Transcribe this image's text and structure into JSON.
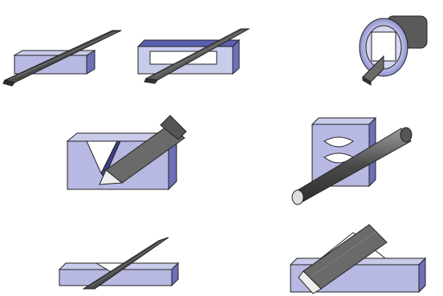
{
  "figure": {
    "kind": "guide-joint-illustrations",
    "colors": {
      "block_top": "#c9cbeb",
      "block_front": "#b7b9e3",
      "block_side": "#6d70b8",
      "block_dark": "#3b3f86",
      "bar_light": "#9a9a9a",
      "bar_mid": "#6a6a6a",
      "bar_dark": "#3d3d3d",
      "outline": "#222222"
    },
    "panels": [
      {
        "id": "flat-plate-on-block",
        "icon": "flat-guide-icon"
      },
      {
        "id": "plate-in-slot",
        "icon": "slot-guide-icon"
      },
      {
        "id": "square-bar-in-ring",
        "icon": "ring-guide-icon"
      },
      {
        "id": "v-groove-block",
        "icon": "v-guide-icon"
      },
      {
        "id": "round-rod-through-block",
        "icon": "round-guide-icon"
      },
      {
        "id": "plate-on-v-block",
        "icon": "v-support-icon"
      },
      {
        "id": "bar-in-wide-v-block",
        "icon": "wide-v-guide-icon"
      }
    ]
  }
}
